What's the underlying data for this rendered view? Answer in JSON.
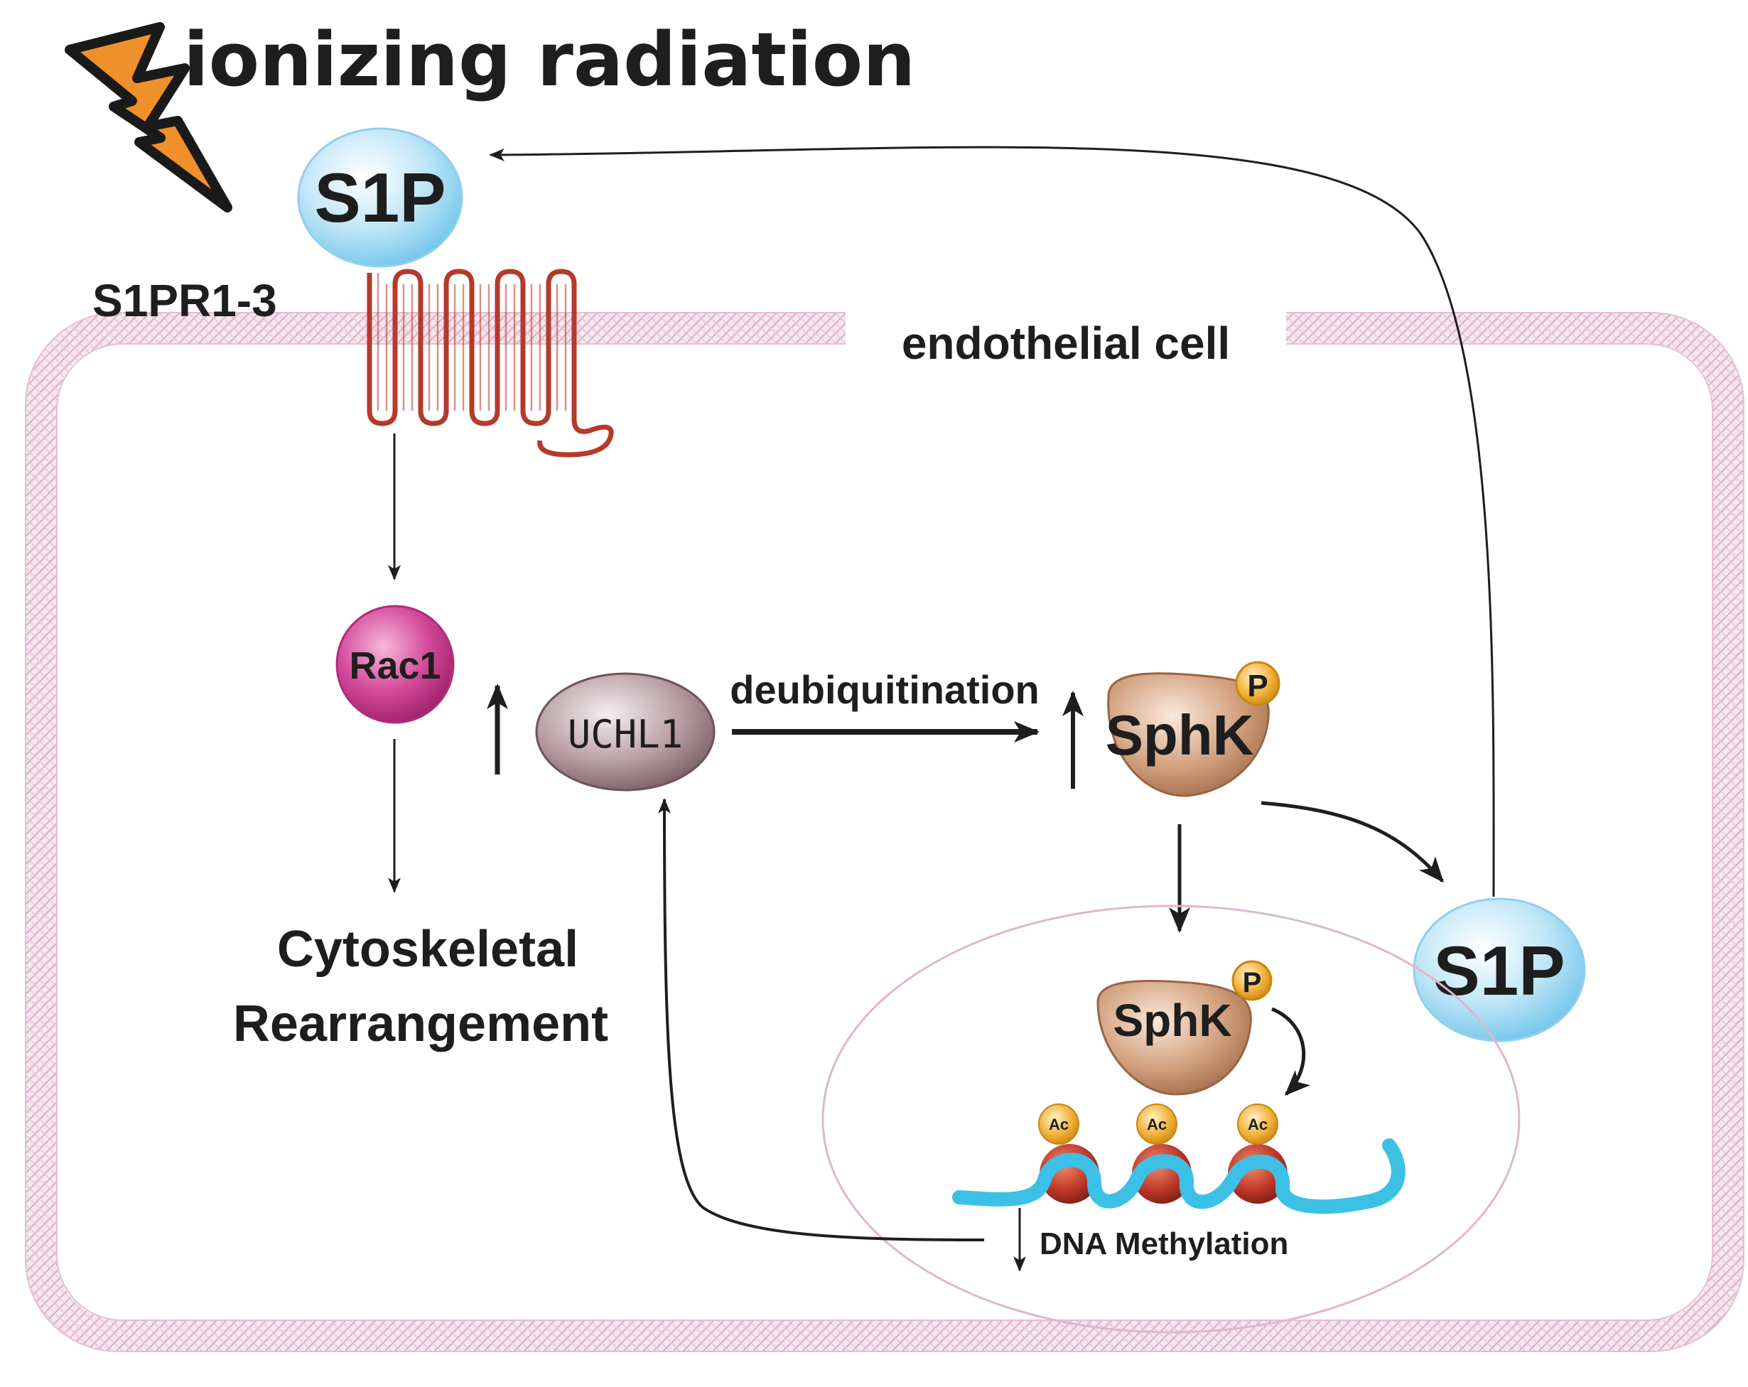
{
  "labels": {
    "ionizing_radiation": "ionizing radiation",
    "s1p_outside": "S1P",
    "receptor": "S1PR1-3",
    "cell_label": "endothelial cell",
    "rac1": "Rac1",
    "uchl1": "UCHL1",
    "deubiquitination": "deubiquitination",
    "sphk_cyto": "SphK",
    "sphk_nuc": "SphK",
    "phospho_1": "P",
    "phospho_2": "P",
    "s1p_inside": "S1P",
    "cytoskeletal_line1": "Cytoskeletal",
    "cytoskeletal_line2": "Rearrangement",
    "ac_1": "Ac",
    "ac_2": "Ac",
    "ac_3": "Ac",
    "dna_methylation": "DNA Methylation"
  },
  "colors": {
    "lightning_fill": "#f0902a",
    "lightning_outline": "#1a1a1a",
    "s1p_blue": "#bfe6f7",
    "receptor_red": "#b43a2a",
    "membrane_pink": "#e8c8d8",
    "rac1_magenta": "#d44a9a",
    "uchl1_mauve": "#a98c92",
    "sphk_tan": "#d3a27f",
    "phospho_gold": "#f2b23c",
    "histone_red": "#c0392b",
    "dna_cyan": "#3cc0e6",
    "nucleus_outline": "#dfb6cf"
  }
}
